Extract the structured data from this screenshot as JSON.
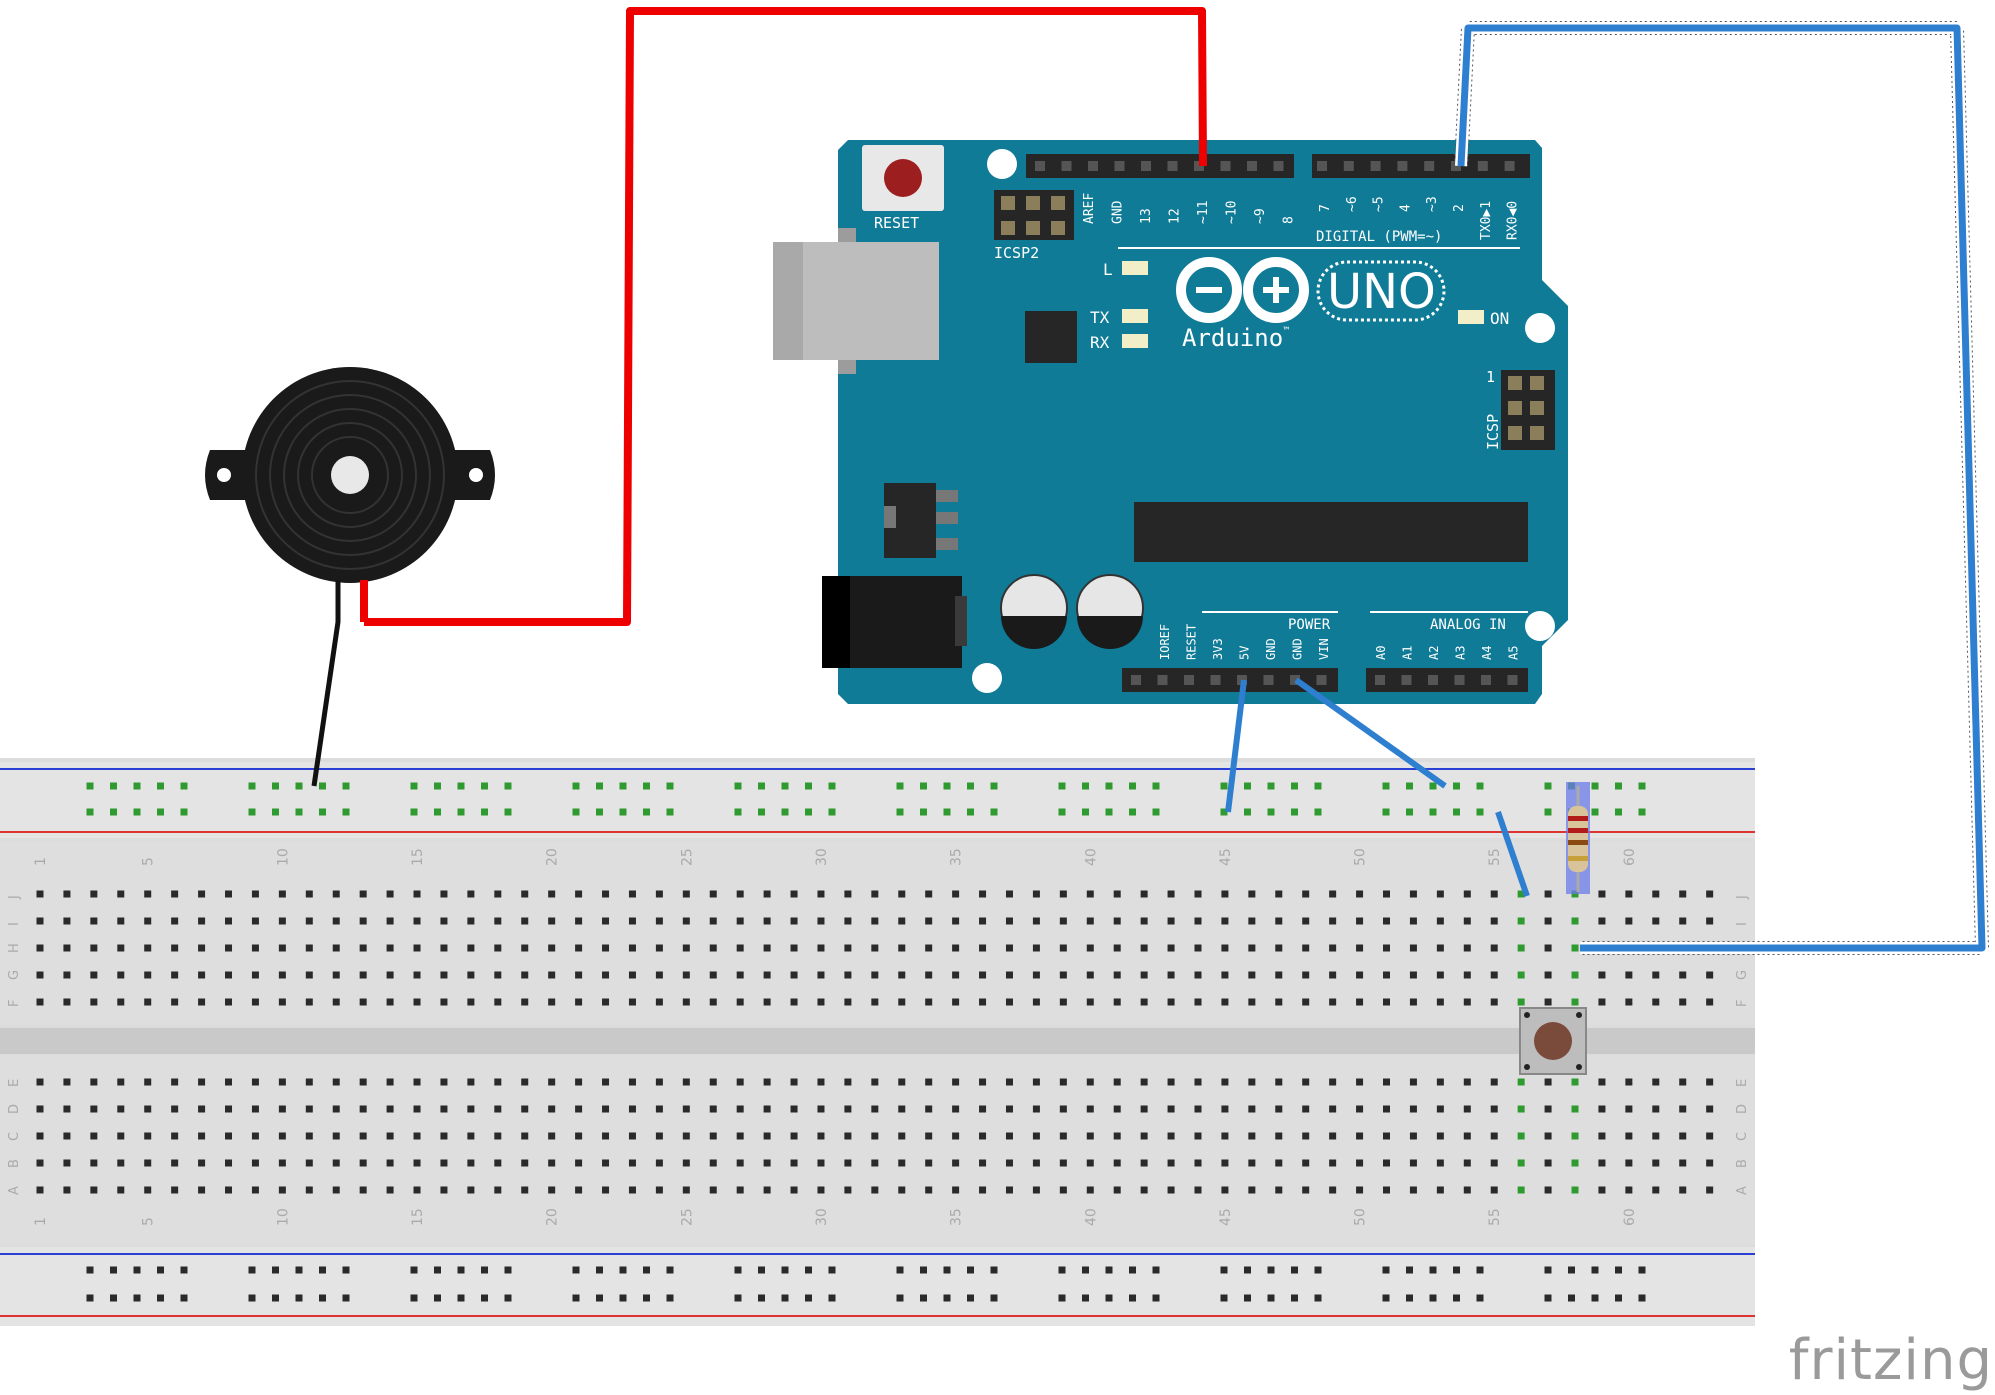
{
  "arduino": {
    "reset_label": "RESET",
    "icsp2_label": "ICSP2",
    "icsp_label": "ICSP",
    "icsp_pin1": "1",
    "brand": "Arduino",
    "brand_tm": "™",
    "model": "UNO",
    "led_l": "L",
    "led_tx": "TX",
    "led_rx": "RX",
    "led_on": "ON",
    "digital_label": "DIGITAL (PWM=~)",
    "power_label": "POWER",
    "analog_label": "ANALOG IN",
    "top_header_left_pins": [
      "AREF",
      "GND",
      "13",
      "12",
      "~11",
      "~10",
      "~9",
      "8"
    ],
    "top_header_right_pins": [
      "7",
      "~6",
      "~5",
      "4",
      "~3",
      "2",
      "TX0▶1",
      "RX0◀0"
    ],
    "power_pins": [
      "IOREF",
      "RESET",
      "3V3",
      "5V",
      "GND",
      "GND",
      "VIN"
    ],
    "analog_pins": [
      "A0",
      "A1",
      "A2",
      "A3",
      "A4",
      "A5"
    ]
  },
  "breadboard": {
    "column_numbers": [
      "1",
      "5",
      "10",
      "15",
      "20",
      "25",
      "30",
      "35",
      "40",
      "45",
      "50",
      "55",
      "60"
    ],
    "row_letters_top": [
      "J",
      "I",
      "H",
      "G",
      "F"
    ],
    "row_letters_bottom": [
      "E",
      "D",
      "C",
      "B",
      "A"
    ]
  },
  "colors": {
    "board": "#0f7b97",
    "header": "#262626",
    "wire_red": "#ee0000",
    "wire_blue": "#2f7fd0",
    "wire_black": "#111111",
    "breadboard": "#dcdcdc",
    "rail_red": "#d33",
    "rail_blue": "#2a3fd6",
    "hole": "#2a2a2a",
    "hole_connected": "#2f9a2f"
  },
  "components": {
    "buzzer": "buzzer-icon",
    "pushbutton": "pushbutton-icon",
    "resistor": "resistor-icon"
  },
  "watermark": "fritzing"
}
